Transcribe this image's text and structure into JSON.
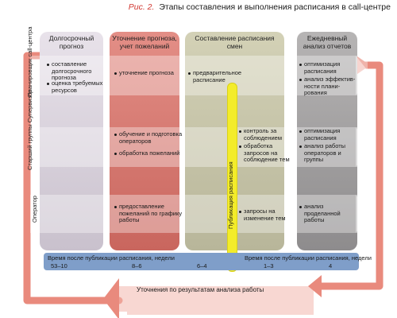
{
  "caption": {
    "figure": "Рис. 2.",
    "title": "Этапы составления и выполнения расписания в call-центре"
  },
  "columns": [
    {
      "title": "Долгосрочный прогноз"
    },
    {
      "title": "Уточнение прогноза, учет пожеланий"
    },
    {
      "title": "Составление расписания смен"
    },
    {
      "title": "Ежедневный анализ отчетов"
    }
  ],
  "rows": [
    {
      "label": "Планировщик call-центра"
    },
    {
      "label": "Старший группы Супервизор"
    },
    {
      "label": "Оператор"
    }
  ],
  "items": {
    "r1c1a": "составление долгосрочного прогноза",
    "r1c1b": "оценка требуемых ресурсов",
    "r1c2a": "уточнение прогноза",
    "r1c3a": "предварительное расписание",
    "r1c4a": "оптимизация расписания",
    "r1c4b": "анализ эффектив-ности плани-рования",
    "r2c2a": "обучение и подготовка операторов",
    "r2c2b": "обработка пожеланий",
    "r2c3a": "контроль за соблюдением",
    "r2c3b": "обработка запросов на соблюдение тем",
    "r2c4a": "оптимизация расписания",
    "r2c4b": "анализ работы операторов и группы",
    "r3c2a": "предоставление пожеланий по графику работы",
    "r3c3a": "запросы на изменение тем",
    "r3c4a": "анализ проделанной работы"
  },
  "publication": "Публикация расписания",
  "timeline": {
    "left_label": "Время после публикации расписания, недели",
    "right_label": "Время после публикации расписания, недели",
    "ticks": [
      "53–10",
      "8–6",
      "6–4",
      "1–3",
      "4"
    ]
  },
  "feedback": "Уточнения по результатам анализа работы",
  "colors": {
    "col1": "#d8d0dc",
    "col2": "#d4726a",
    "col3": "#c6c4a8",
    "col4": "#9e9c9d",
    "arrows": "#e98a7d",
    "timeline": "#7f9ec9",
    "publication": "#f3ec2a",
    "figure_label": "#d23a34"
  }
}
